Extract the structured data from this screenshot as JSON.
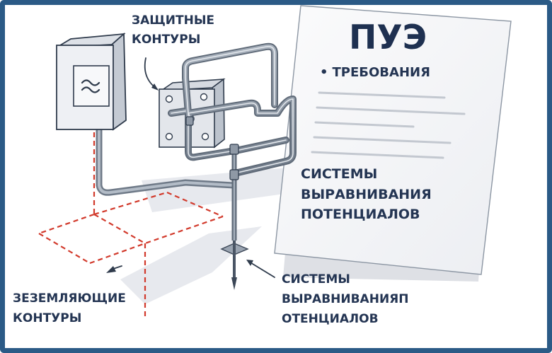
{
  "document": {
    "title": "ПУЭ",
    "bullet_symbol": "•",
    "bullet_text": "ТРЕБОВАНИЯ"
  },
  "labels": {
    "protective_circuits": [
      "ЗАЩИТНЫЕ",
      "КОНТУРЫ"
    ],
    "equalization_document": [
      "СИСТЕМЫ",
      "ВЫРАВНИВАНИЯ",
      "ПОТЕНЦИАЛОВ"
    ],
    "grounding_circuits": [
      "ЗЕЗЕМЛЯЮЩИЕ",
      "КОНТУРЫ"
    ],
    "equalization_rod": [
      "СИСТЕМЫ",
      "ВЫРАВНИВАНИЯП",
      "ОТЕНЦИАЛОВ"
    ]
  },
  "colors": {
    "frame": "#2b5a86",
    "ink": "#243553",
    "paper": "#f5f6f8",
    "conductor": "#7b8796",
    "ground_dashed": "#d23a2c",
    "panel": "#eef0f4"
  },
  "icons": {
    "panel_symbol": "sine-wave-icon",
    "ground_rod": "ground-rod-icon"
  }
}
